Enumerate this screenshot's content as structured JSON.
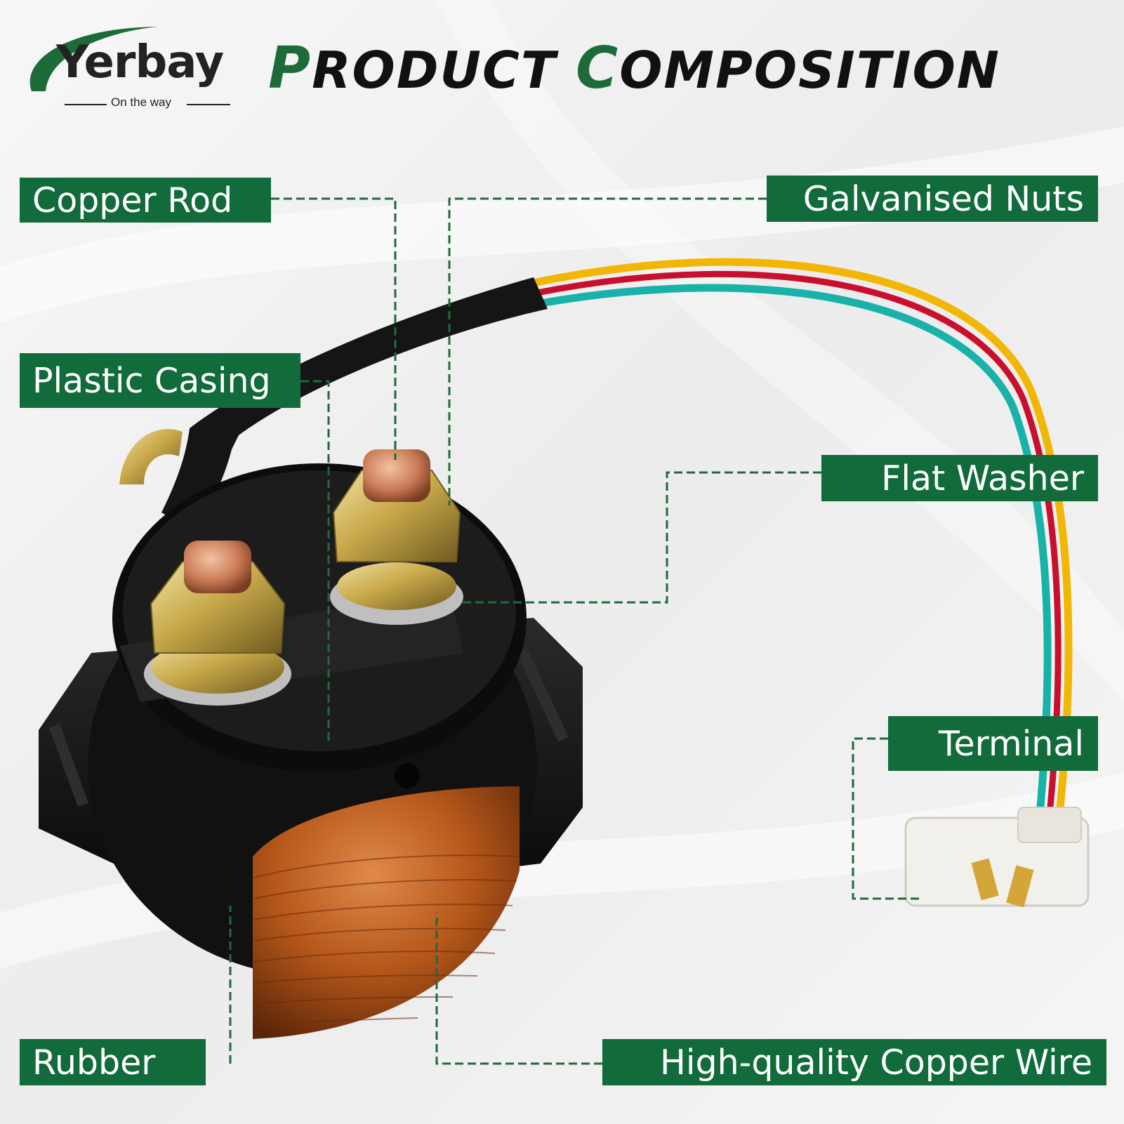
{
  "brand": {
    "name": "Yerbay",
    "tagline": "On the way",
    "accent_color": "#1e6b3a"
  },
  "title": {
    "first_cap": "P",
    "first_rest": "RODUCT",
    "second_cap": "C",
    "second_rest": "OMPOSITION"
  },
  "labels": {
    "copper_rod": "Copper Rod",
    "plastic_casing": "Plastic Casing",
    "rubber": "Rubber",
    "galvanised_nuts": "Galvanised Nuts",
    "flat_washer": "Flat Washer",
    "terminal": "Terminal",
    "copper_wire": "High-quality Copper Wire"
  },
  "colors": {
    "label_bg": "#116b3b",
    "label_text": "#ffffff",
    "leader_line": "#1e6b3a",
    "wire_yellow": "#f2b705",
    "wire_red": "#c8102e",
    "wire_teal": "#18b2a8",
    "coil_copper": "#b5571a",
    "casing_black": "#121212",
    "nut_brass": "#c9a94a"
  },
  "icons": {
    "logo": "yerbay-swoosh-logo"
  }
}
